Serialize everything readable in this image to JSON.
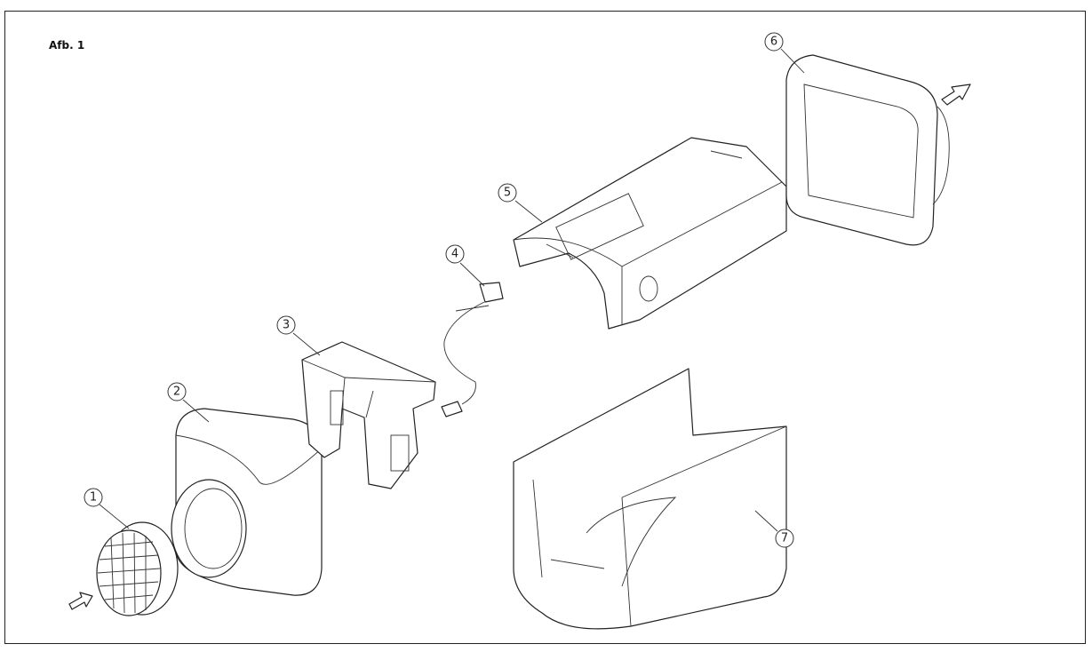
{
  "figure": {
    "caption": "Afb. 1",
    "callouts": [
      "1",
      "2",
      "3",
      "4",
      "5",
      "6",
      "7"
    ]
  }
}
